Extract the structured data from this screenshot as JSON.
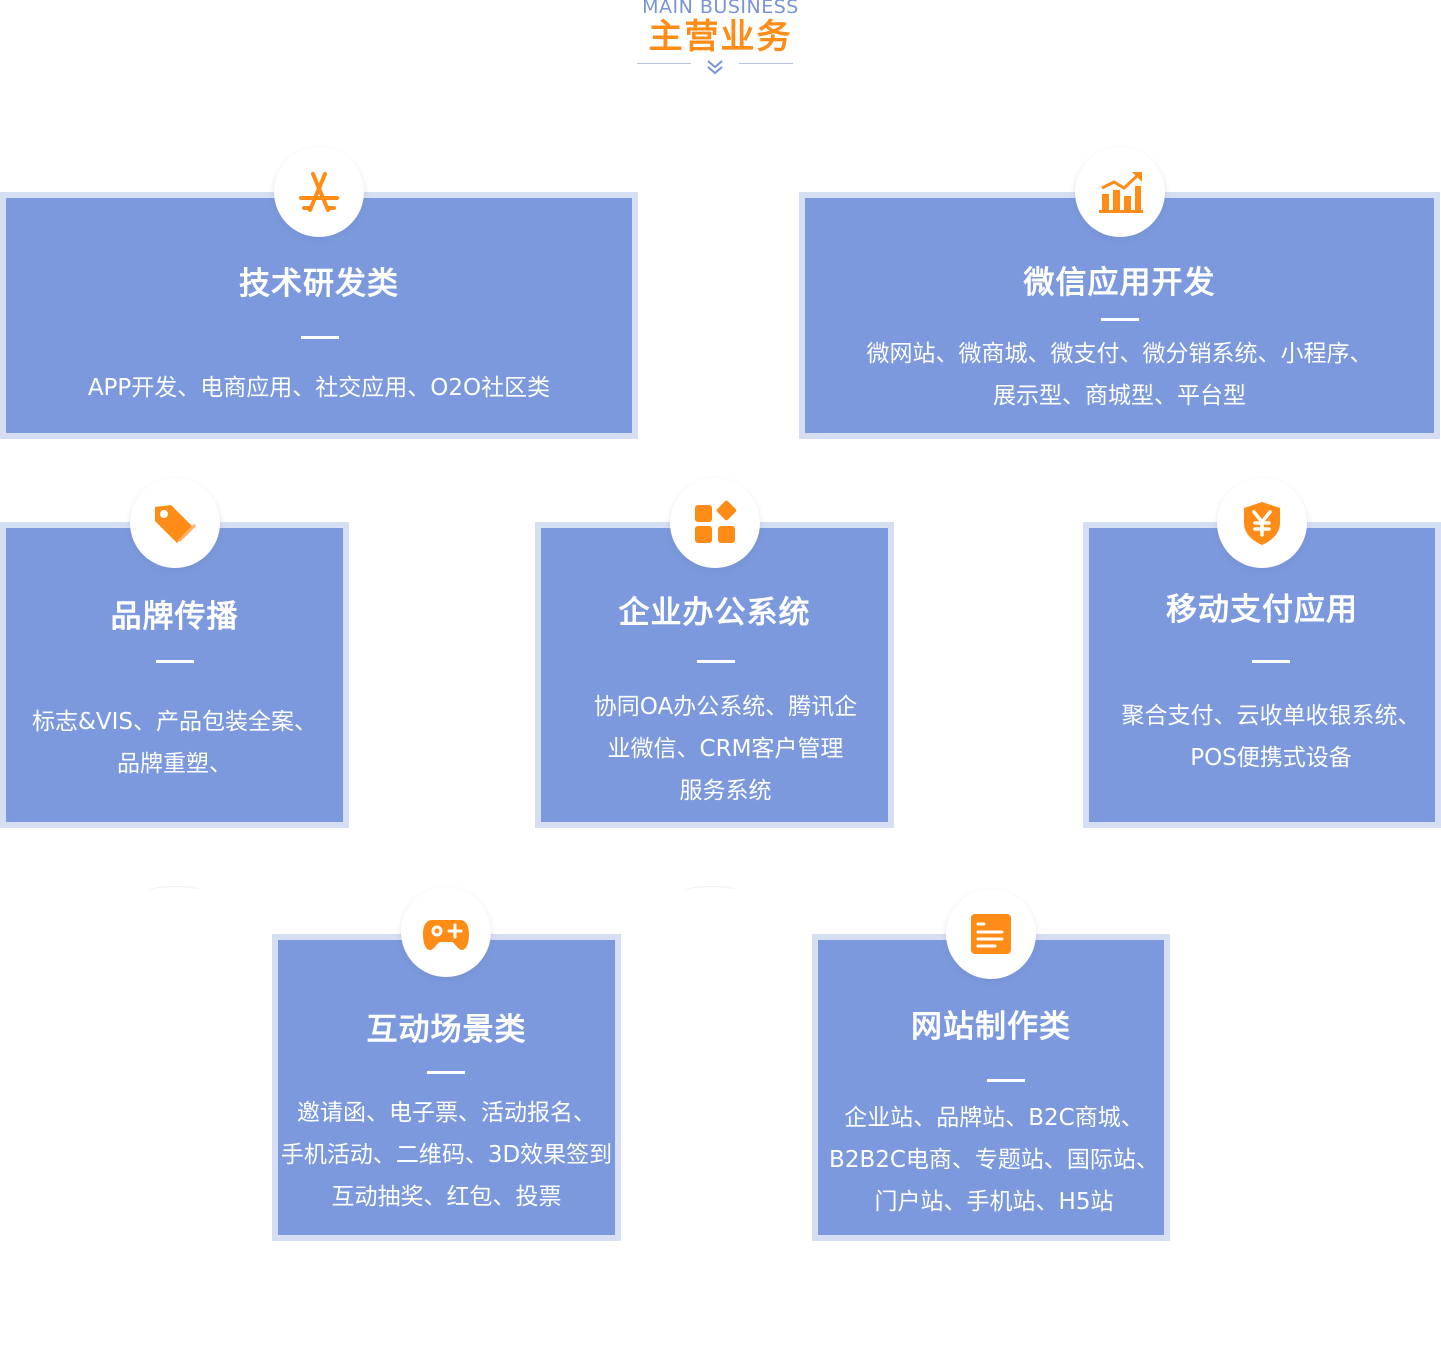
{
  "header": {
    "en_title": "MAIN BUSINESS",
    "cn_title": "主营业务",
    "accent_color": "#ff8c17",
    "secondary_color": "#7b94d6"
  },
  "colors": {
    "card_bg": "#7b99dc",
    "card_border": "#d6def3",
    "icon": "#ff8c17"
  },
  "cards": [
    {
      "icon": "app-store-icon",
      "title": "技术研发类",
      "lines": [
        "APP开发、电商应用、社交应用、O2O社区类"
      ]
    },
    {
      "icon": "growth-chart-icon",
      "title": "微信应用开发",
      "lines": [
        "微网站、微商城、微支付、微分销系统、小程序、",
        "展示型、商城型、平台型"
      ]
    },
    {
      "icon": "price-tag-icon",
      "title": "品牌传播",
      "lines": [
        "标志&VIS、产品包装全案、",
        "品牌重塑、"
      ]
    },
    {
      "icon": "app-grid-icon",
      "title": "企业办公系统",
      "lines": [
        "协同OA办公系统、腾讯企",
        "业微信、CRM客户管理",
        "服务系统"
      ]
    },
    {
      "icon": "yuan-shield-icon",
      "title": "移动支付应用",
      "lines": [
        "聚合支付、云收单收银系统、",
        "POS便携式设备"
      ]
    },
    {
      "icon": "gamepad-icon",
      "title": "互动场景类",
      "lines": [
        "邀请函、电子票、活动报名、",
        "手机活动、二维码、3D效果签到",
        "互动抽奖、红包、投票"
      ]
    },
    {
      "icon": "document-icon",
      "title": "网站制作类",
      "lines": [
        "企业站、品牌站、B2C商城、",
        "B2B2C电商、专题站、国际站、",
        "门户站、手机站、H5站"
      ]
    }
  ]
}
